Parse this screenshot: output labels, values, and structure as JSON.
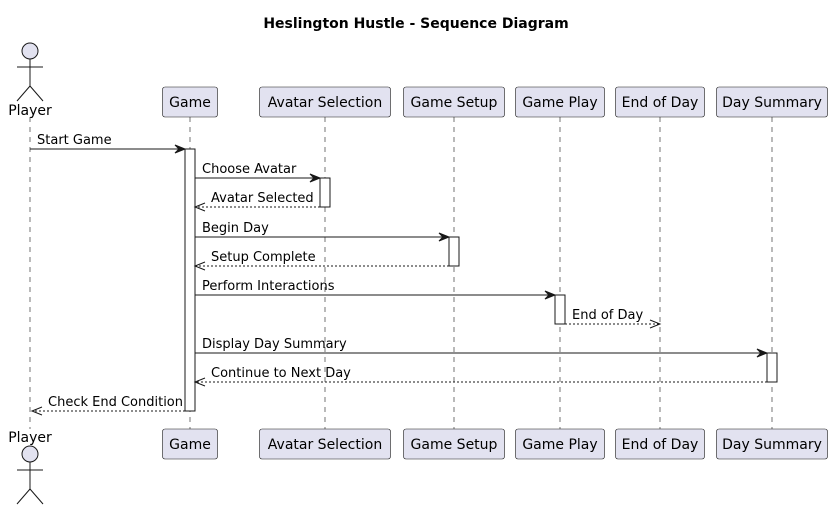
{
  "title": "Heslington Hustle - Sequence Diagram",
  "participants": [
    {
      "id": "player",
      "label": "Player",
      "kind": "actor"
    },
    {
      "id": "game",
      "label": "Game",
      "kind": "participant"
    },
    {
      "id": "avatar",
      "label": "Avatar Selection",
      "kind": "participant"
    },
    {
      "id": "setup",
      "label": "Game Setup",
      "kind": "participant"
    },
    {
      "id": "play",
      "label": "Game Play",
      "kind": "participant"
    },
    {
      "id": "eod",
      "label": "End of Day",
      "kind": "participant"
    },
    {
      "id": "summary",
      "label": "Day Summary",
      "kind": "participant"
    }
  ],
  "messages": [
    {
      "from": "player",
      "to": "game",
      "label": "Start Game",
      "style": "solid"
    },
    {
      "from": "game",
      "to": "avatar",
      "label": "Choose Avatar",
      "style": "solid"
    },
    {
      "from": "avatar",
      "to": "game",
      "label": "Avatar Selected",
      "style": "dashed"
    },
    {
      "from": "game",
      "to": "setup",
      "label": "Begin Day",
      "style": "solid"
    },
    {
      "from": "setup",
      "to": "game",
      "label": "Setup Complete",
      "style": "dashed"
    },
    {
      "from": "game",
      "to": "play",
      "label": "Perform Interactions",
      "style": "solid"
    },
    {
      "from": "play",
      "to": "eod",
      "label": "End of Day",
      "style": "dashed"
    },
    {
      "from": "game",
      "to": "summary",
      "label": "Display Day Summary",
      "style": "solid"
    },
    {
      "from": "summary",
      "to": "game",
      "label": "Continue to Next Day",
      "style": "dashed"
    },
    {
      "from": "game",
      "to": "player",
      "label": "Check End Condition",
      "style": "dashed"
    }
  ]
}
